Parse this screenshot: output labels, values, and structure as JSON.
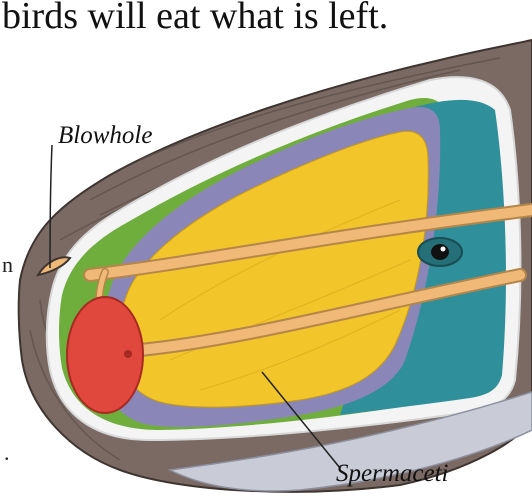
{
  "caption": {
    "text": "birds will eat what is left."
  },
  "labels": {
    "blowhole": "Blowhole",
    "spermaceti": "Spermaceti"
  },
  "stray_glyphs": {
    "left_n": "n",
    "left_dot": "."
  },
  "colors": {
    "skin": "#7a6a63",
    "skin_dark": "#5e504b",
    "green_layer": "#6fae3d",
    "purple_layer": "#8b86b8",
    "spermaceti": "#f2c52a",
    "teal_layer": "#2f8f9a",
    "red_organ": "#e0473d",
    "nasal_passage": "#f0b978",
    "pale_jaw": "#c9ccd6"
  }
}
